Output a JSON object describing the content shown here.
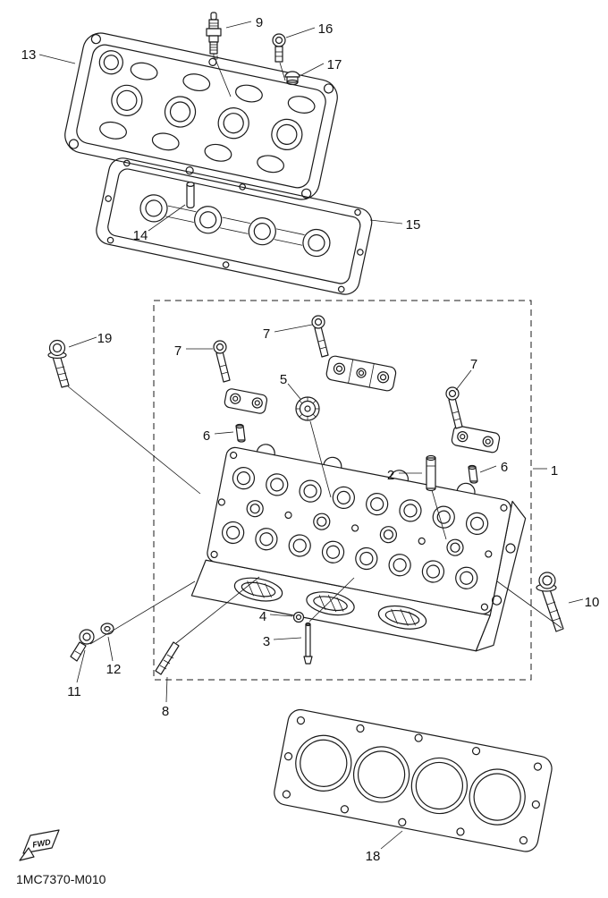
{
  "page": {
    "part_code": "1MC7370-M010",
    "fwd_label": "FWD"
  },
  "callouts": {
    "c1": "1",
    "c2": "2",
    "c3": "3",
    "c4": "4",
    "c5": "5",
    "c6a": "6",
    "c6b": "6",
    "c7a": "7",
    "c7b": "7",
    "c7c": "7",
    "c8": "8",
    "c9": "9",
    "c10": "10",
    "c11": "11",
    "c12": "12",
    "c13": "13",
    "c14": "14",
    "c15": "15",
    "c16": "16",
    "c17": "17",
    "c18": "18",
    "c19": "19"
  }
}
